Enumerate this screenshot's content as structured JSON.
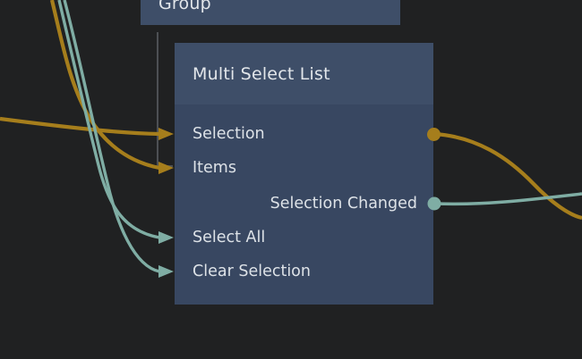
{
  "colors": {
    "background": "#202122",
    "node_header": "#3e4e68",
    "node_body": "#384761",
    "text": "#dde2e7",
    "orange": "#a67e1c",
    "teal": "#7fada4",
    "gray_line": "#4d5054"
  },
  "nodes": {
    "group": {
      "title": "Group"
    },
    "msl": {
      "title": "Multi Select List",
      "rows": [
        {
          "label": "Selection",
          "direction": "input",
          "wire_color": "orange",
          "has_output_port": true
        },
        {
          "label": "Items",
          "direction": "input",
          "wire_color": "orange",
          "has_output_port": false
        },
        {
          "label": "Selection Changed",
          "direction": "output",
          "wire_color": "teal",
          "has_output_port": true
        },
        {
          "label": "Select All",
          "direction": "input",
          "wire_color": "teal",
          "has_output_port": false
        },
        {
          "label": "Clear Selection",
          "direction": "input",
          "wire_color": "teal",
          "has_output_port": false
        }
      ]
    }
  }
}
